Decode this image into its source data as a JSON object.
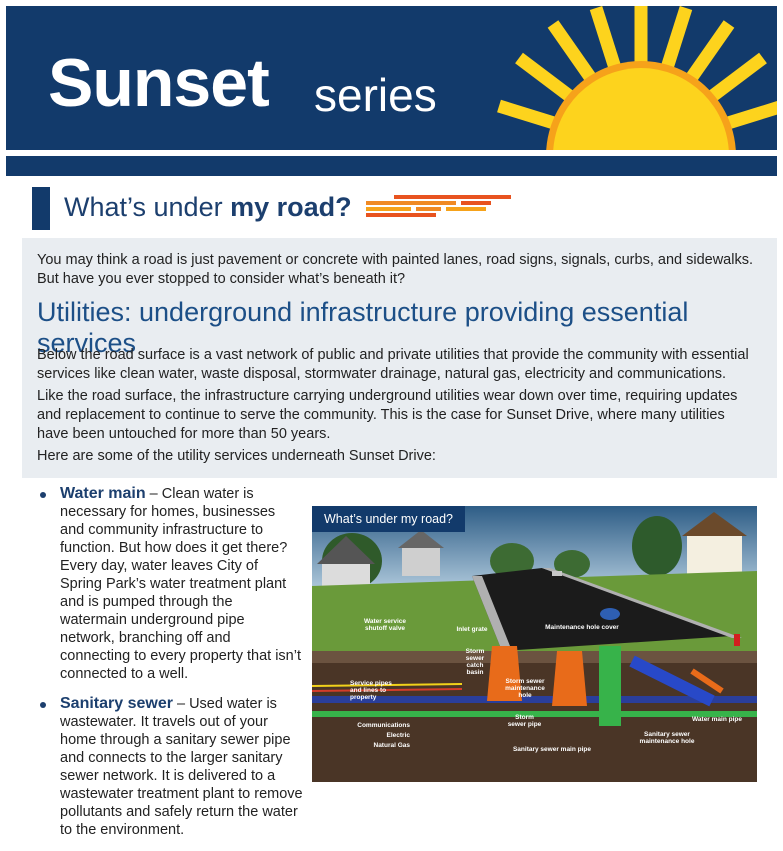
{
  "banner": {
    "title_big": "Sunset",
    "title_small": "series",
    "sun_color": "#fdd31d",
    "ray_color": "#f6a21a",
    "bg_color": "#123a6b"
  },
  "heading": {
    "prefix": "What’s under ",
    "bold": "my road",
    "suffix": "?"
  },
  "intro": {
    "p1": "You may think a road is just pavement or concrete with painted lanes, road signs, signals, curbs, and sidewalks. But have you ever stopped to consider what’s beneath it?",
    "subhead": "Utilities: underground infrastructure providing essential services",
    "p2": "Below the road surface is a vast network of public and private utilities that provide the community with essential services like clean water, waste disposal, stormwater drainage, natural gas, electricity and communications.",
    "p3": "Like the road surface, the infrastructure carrying underground utilities wear down over time, requiring updates and replacement to continue to serve the community. This is the case for Sunset Drive, where many utilities have been untouched for more than 50 years.",
    "p4": "Here are some of the utility services underneath Sunset Drive:"
  },
  "bullets": [
    {
      "term": "Water main",
      "text": " – Clean water is necessary for homes, businesses and community infrastructure to function. But how does it get there? Every day, water leaves City of Spring Park’s water treatment plant and is pumped through the watermain underground pipe network, branching off and connecting to every property that isn’t connected to a well."
    },
    {
      "term": "Sanitary sewer",
      "text": " – Used water is wastewater. It travels out of your home through a sanitary sewer pipe and connects to the larger sanitary sewer network. It is delivered to a wastewater treatment plant to remove pollutants and safely return the water to the environment."
    }
  ],
  "illustration": {
    "tag": "What’s under my road?",
    "labels": {
      "water_service": "Water service shutoff valve",
      "inlet_grate": "Inlet grate",
      "maint_cover": "Maintenance hole cover",
      "storm_basin": "Storm sewer catch basin",
      "service_pipes": "Service pipes and lines to property",
      "storm_maint": "Storm sewer maintenance hole",
      "storm_pipe": "Storm sewer pipe",
      "water_main_pipe": "Water main pipe",
      "comms": "Communications",
      "electric": "Electric",
      "gas": "Natural Gas",
      "san_maint": "Sanitary sewer maintenance hole",
      "san_main": "Sanitary sewer main pipe"
    }
  }
}
